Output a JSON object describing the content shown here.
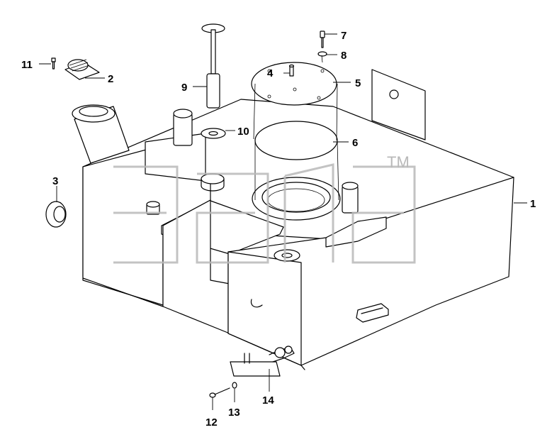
{
  "diagram": {
    "watermark_tm": "TM",
    "callouts": {
      "c1": "1",
      "c2": "2",
      "c3": "3",
      "c4": "4",
      "c5": "5",
      "c6": "6",
      "c7": "7",
      "c8": "8",
      "c9": "9",
      "c10": "10",
      "c11": "11",
      "c12": "12",
      "c13": "13",
      "c14": "14"
    }
  },
  "colors": {
    "line": "#000000",
    "watermark": "#b9b9b9",
    "background": "#ffffff"
  }
}
